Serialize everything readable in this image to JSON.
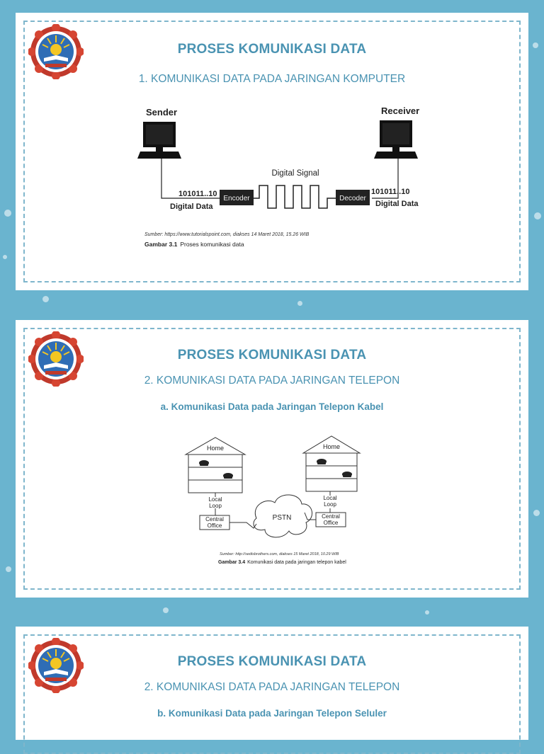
{
  "slides": [
    {
      "title": "PROSES KOMUNIKASI DATA",
      "subtitle": "1. KOMUNIKASI DATA PADA JARINGAN KOMPUTER",
      "figure": {
        "sender": "Sender",
        "receiver": "Receiver",
        "digital_signal": "Digital Signal",
        "bits_left": "101011..10",
        "bits_right": "101011..10",
        "digital_data_left": "Digital Data",
        "digital_data_right": "Digital Data",
        "encoder": "Encoder",
        "decoder": "Decoder",
        "source": "Sumber: https://www.tutorialspoint.com, diakses 14 Maret 2018, 15.26 WIB",
        "caption_bold": "Gambar 3.1",
        "caption": "Proses komunikasi data"
      }
    },
    {
      "title": "PROSES KOMUNIKASI DATA",
      "subtitle": "2.   KOMUNIKASI DATA PADA JARINGAN TELEPON",
      "sub_subtitle": "a. Komunikasi Data pada Jaringan Telepon Kabel",
      "figure": {
        "home_left": "Home",
        "home_right": "Home",
        "local_loop_left_1": "Local",
        "local_loop_left_2": "Loop",
        "local_loop_right_1": "Local",
        "local_loop_right_2": "Loop",
        "central_left_1": "Central",
        "central_left_2": "Office",
        "central_right_1": "Central",
        "central_right_2": "Office",
        "pstn": "PSTN",
        "source": "Sumber: http://sedisbrothers.com, diakses 15 Maret 2018, 10.29 WIB",
        "caption_bold": "Gambar 3.4",
        "caption": "Komunikasi data pada jaringan telepon kabel"
      }
    },
    {
      "title": "PROSES KOMUNIKASI DATA",
      "subtitle": "2.   KOMUNIKASI DATA PADA JARINGAN TELEPON",
      "sub_subtitle": "b. Komunikasi Data pada Jaringan Telepon Seluler"
    }
  ],
  "colors": {
    "background": "#6ab4cf",
    "heading": "#4a93b2",
    "frame": "#7fb6cc"
  }
}
